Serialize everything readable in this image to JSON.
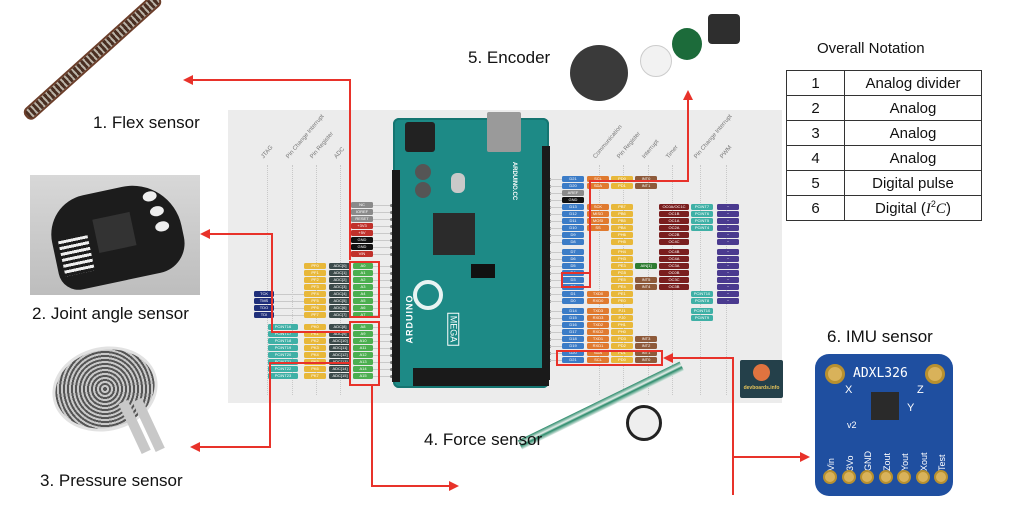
{
  "title": "Overall Notation",
  "notation_table": [
    {
      "id": "1",
      "type": "Analog divider"
    },
    {
      "id": "2",
      "type": "Analog"
    },
    {
      "id": "3",
      "type": "Analog"
    },
    {
      "id": "4",
      "type": "Analog"
    },
    {
      "id": "5",
      "type": "Digital pulse"
    },
    {
      "id": "6",
      "type_prefix": "Digital (",
      "type_math": "I",
      "type_sup": "2",
      "type_math2": "C",
      "type_suffix": ")"
    }
  ],
  "sensors": {
    "flex": "1. Flex sensor",
    "joint": "2. Joint angle sensor",
    "pressure": "3. Pressure sensor",
    "force": "4. Force sensor",
    "encoder": "5. Encoder",
    "imu": "6. IMU sensor"
  },
  "imu_board": {
    "chip": "ADXL326",
    "axes": [
      "X",
      "Y",
      "Z"
    ],
    "version": "v2",
    "pins": [
      "Vin",
      "3Vo",
      "GND",
      "Zout",
      "Yout",
      "Xout",
      "Test"
    ]
  },
  "pinout": {
    "left_headers": [
      "JTAG",
      "Pin Change Interrupt",
      "Pin Register",
      "ADC"
    ],
    "right_headers": [
      "Communication",
      "Pin Register",
      "Interrupt",
      "Timer",
      "Pin Change Interrupt",
      "PWM"
    ],
    "power_pins": [
      {
        "label": "NC",
        "color": "#8a8a8a"
      },
      {
        "label": "IOREF",
        "color": "#8a8a8a"
      },
      {
        "label": "RESET",
        "color": "#8a8a8a"
      },
      {
        "label": "+3V3",
        "color": "#c0312b"
      },
      {
        "label": "+5V",
        "color": "#c0312b"
      },
      {
        "label": "GND",
        "color": "#111111"
      },
      {
        "label": "GND",
        "color": "#111111"
      },
      {
        "label": "VIN",
        "color": "#c0312b"
      }
    ],
    "analog_group1": [
      {
        "jtag": "",
        "reg": "PF0",
        "adc": "ADC[0]",
        "pin": "A0"
      },
      {
        "jtag": "",
        "reg": "PF1",
        "adc": "ADC[1]",
        "pin": "A1"
      },
      {
        "jtag": "",
        "reg": "PF2",
        "adc": "ADC[2]",
        "pin": "A2"
      },
      {
        "jtag": "",
        "reg": "PF3",
        "adc": "ADC[3]",
        "pin": "A3"
      },
      {
        "jtag": "TCK",
        "reg": "PF4",
        "adc": "ADC[4]",
        "pin": "A4"
      },
      {
        "jtag": "TMS",
        "reg": "PF5",
        "adc": "ADC[5]",
        "pin": "A5"
      },
      {
        "jtag": "TDO",
        "reg": "PF6",
        "adc": "ADC[6]",
        "pin": "A6"
      },
      {
        "jtag": "TDI",
        "reg": "PF7",
        "adc": "ADC[7]",
        "pin": "A7"
      }
    ],
    "analog_group2": [
      {
        "pcint": "PCINT16",
        "reg": "PK0",
        "adc": "ADC[8]",
        "pin": "A8"
      },
      {
        "pcint": "PCINT17",
        "reg": "PK1",
        "adc": "ADC[9]",
        "pin": "A9"
      },
      {
        "pcint": "PCINT18",
        "reg": "PK2",
        "adc": "ADC[10]",
        "pin": "A10"
      },
      {
        "pcint": "PCINT19",
        "reg": "PK3",
        "adc": "ADC[11]",
        "pin": "A11"
      },
      {
        "pcint": "PCINT20",
        "reg": "PK4",
        "adc": "ADC[12]",
        "pin": "A12"
      },
      {
        "pcint": "PCINT21",
        "reg": "PK5",
        "adc": "ADC[13]",
        "pin": "A13"
      },
      {
        "pcint": "PCINT22",
        "reg": "PK6",
        "adc": "ADC[14]",
        "pin": "A14"
      },
      {
        "pcint": "PCINT23",
        "reg": "PK7",
        "adc": "ADC[15]",
        "pin": "A15"
      }
    ],
    "digital_top": [
      {
        "pin": "D21",
        "comm": "SCL",
        "reg": "PD0",
        "int": "INT0",
        "timer": "",
        "pcint": "",
        "pwm": ""
      },
      {
        "pin": "D20",
        "comm": "SDA",
        "reg": "PD1",
        "int": "INT1",
        "timer": "",
        "pcint": "",
        "pwm": ""
      },
      {
        "pin": "AREF",
        "comm": "",
        "reg": "",
        "int": "",
        "timer": "",
        "pcint": "",
        "pwm": "",
        "kind": "aref"
      },
      {
        "pin": "GND",
        "comm": "",
        "reg": "",
        "int": "",
        "timer": "",
        "pcint": "",
        "pwm": "",
        "kind": "gnd"
      },
      {
        "pin": "D13",
        "comm": "SCK",
        "reg": "PB7",
        "int": "",
        "timer": "OC0A/OC1C",
        "pcint": "PCINT7",
        "pwm": "~"
      },
      {
        "pin": "D12",
        "comm": "MISO",
        "reg": "PB6",
        "int": "",
        "timer": "OC1B",
        "pcint": "PCINT6",
        "pwm": "~"
      },
      {
        "pin": "D11",
        "comm": "MOSI",
        "reg": "PB5",
        "int": "",
        "timer": "OC1A",
        "pcint": "PCINT5",
        "pwm": "~"
      },
      {
        "pin": "D10",
        "comm": "SS",
        "reg": "PB4",
        "int": "",
        "timer": "OC2A",
        "pcint": "PCINT4",
        "pwm": "~"
      },
      {
        "pin": "D9",
        "comm": "",
        "reg": "PH6",
        "int": "",
        "timer": "OC2B",
        "pcint": "",
        "pwm": "~"
      },
      {
        "pin": "D8",
        "comm": "",
        "reg": "PH5",
        "int": "",
        "timer": "OC4C",
        "pcint": "",
        "pwm": "~"
      }
    ],
    "digital_mid": [
      {
        "pin": "D7",
        "comm": "",
        "reg": "PH4",
        "int": "",
        "timer": "OC4B",
        "pcint": "",
        "pwm": "~"
      },
      {
        "pin": "D6",
        "comm": "",
        "reg": "PH3",
        "int": "",
        "timer": "OC4A",
        "pcint": "",
        "pwm": "~"
      },
      {
        "pin": "D5",
        "comm": "",
        "reg": "PE3",
        "int": "AIN[1]",
        "timer": "OC3A",
        "pcint": "",
        "pwm": "~"
      },
      {
        "pin": "D4",
        "comm": "",
        "reg": "PG5",
        "int": "",
        "timer": "OC0B",
        "pcint": "",
        "pwm": "~"
      },
      {
        "pin": "D3",
        "comm": "",
        "reg": "PE5",
        "int": "INT5",
        "timer": "OC3C",
        "pcint": "",
        "pwm": "~"
      },
      {
        "pin": "D2",
        "comm": "",
        "reg": "PE4",
        "int": "INT4",
        "timer": "OC3B",
        "pcint": "",
        "pwm": "~"
      },
      {
        "pin": "D1",
        "comm": "TXD0",
        "reg": "PE1",
        "int": "",
        "timer": "",
        "pcint": "PCINT10",
        "pwm": "~"
      },
      {
        "pin": "D0",
        "comm": "RXD0",
        "reg": "PE0",
        "int": "",
        "timer": "",
        "pcint": "PCINT8",
        "pwm": "~"
      }
    ],
    "digital_bottom": [
      {
        "pin": "D14",
        "comm": "TXD3",
        "reg": "PJ1",
        "int": "",
        "timer": "",
        "pcint": "PCINT10",
        "pwm": ""
      },
      {
        "pin": "D15",
        "comm": "RXD3",
        "reg": "PJ0",
        "int": "",
        "timer": "",
        "pcint": "PCINT9",
        "pwm": ""
      },
      {
        "pin": "D16",
        "comm": "TXD2",
        "reg": "PH1",
        "int": "",
        "timer": "",
        "pcint": "",
        "pwm": ""
      },
      {
        "pin": "D17",
        "comm": "RXD2",
        "reg": "PH0",
        "int": "",
        "timer": "",
        "pcint": "",
        "pwm": ""
      },
      {
        "pin": "D18",
        "comm": "TXD1",
        "reg": "PD3",
        "int": "INT3",
        "timer": "",
        "pcint": "",
        "pwm": ""
      },
      {
        "pin": "D19",
        "comm": "RXD1",
        "reg": "PD2",
        "int": "INT2",
        "timer": "",
        "pcint": "",
        "pwm": ""
      },
      {
        "pin": "D20",
        "comm": "SDA",
        "reg": "PD1",
        "int": "INT1",
        "timer": "",
        "pcint": "",
        "pwm": ""
      },
      {
        "pin": "D21",
        "comm": "SCL",
        "reg": "PD0",
        "int": "INT0",
        "timer": "",
        "pcint": "",
        "pwm": ""
      }
    ],
    "board_name": "ARDUINO",
    "board_model": "MEGA",
    "board_site": "ARDUINO.CC",
    "watermark": "devboards.info"
  },
  "colors": {
    "arrow": "#e8322a",
    "digital_pin": "#3b7cc7",
    "analog_pin": "#4caf50",
    "adc": "#3b4a4a",
    "pin_register": "#e8b83a",
    "communication": "#e07a2f",
    "interrupt": "#8e5a3a",
    "timer": "#7a1e1e",
    "pcint": "#3fb0a6",
    "pwm": "#4a3a8f",
    "jtag": "#1f2f7a",
    "ain": "#2e7d32",
    "panel_bg": "#ececec",
    "board": "#1d8a86"
  }
}
